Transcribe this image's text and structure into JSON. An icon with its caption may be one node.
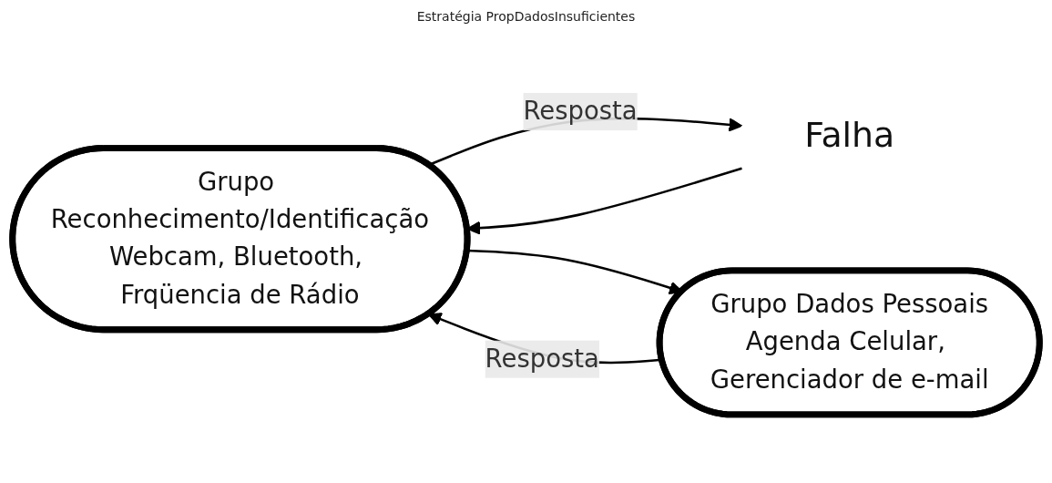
{
  "diagram": {
    "title": "Estratégia PropDadosInsuficientes",
    "nodes": [
      {
        "text": [
          "Grupo Reconhecimento/Identificação",
          "Webcam, Bluetooth, Frqüencia de Rádio"
        ]
      },
      {
        "text": [
          "Falha"
        ]
      },
      {
        "text": [
          "Grupo Dados Pessoais",
          "Agenda Celular, Gerenciador de e-mail"
        ]
      }
    ],
    "edges": [
      {
        "from": 1,
        "to": 0,
        "arrow": "to"
      },
      {
        "from": 0,
        "to": 1,
        "label": "Resposta",
        "arrow": "to"
      },
      {
        "from": 0,
        "to": 2,
        "arrow": "to"
      },
      {
        "from": 2,
        "to": 0,
        "label": "Resposta",
        "arrow": "to"
      }
    ]
  }
}
